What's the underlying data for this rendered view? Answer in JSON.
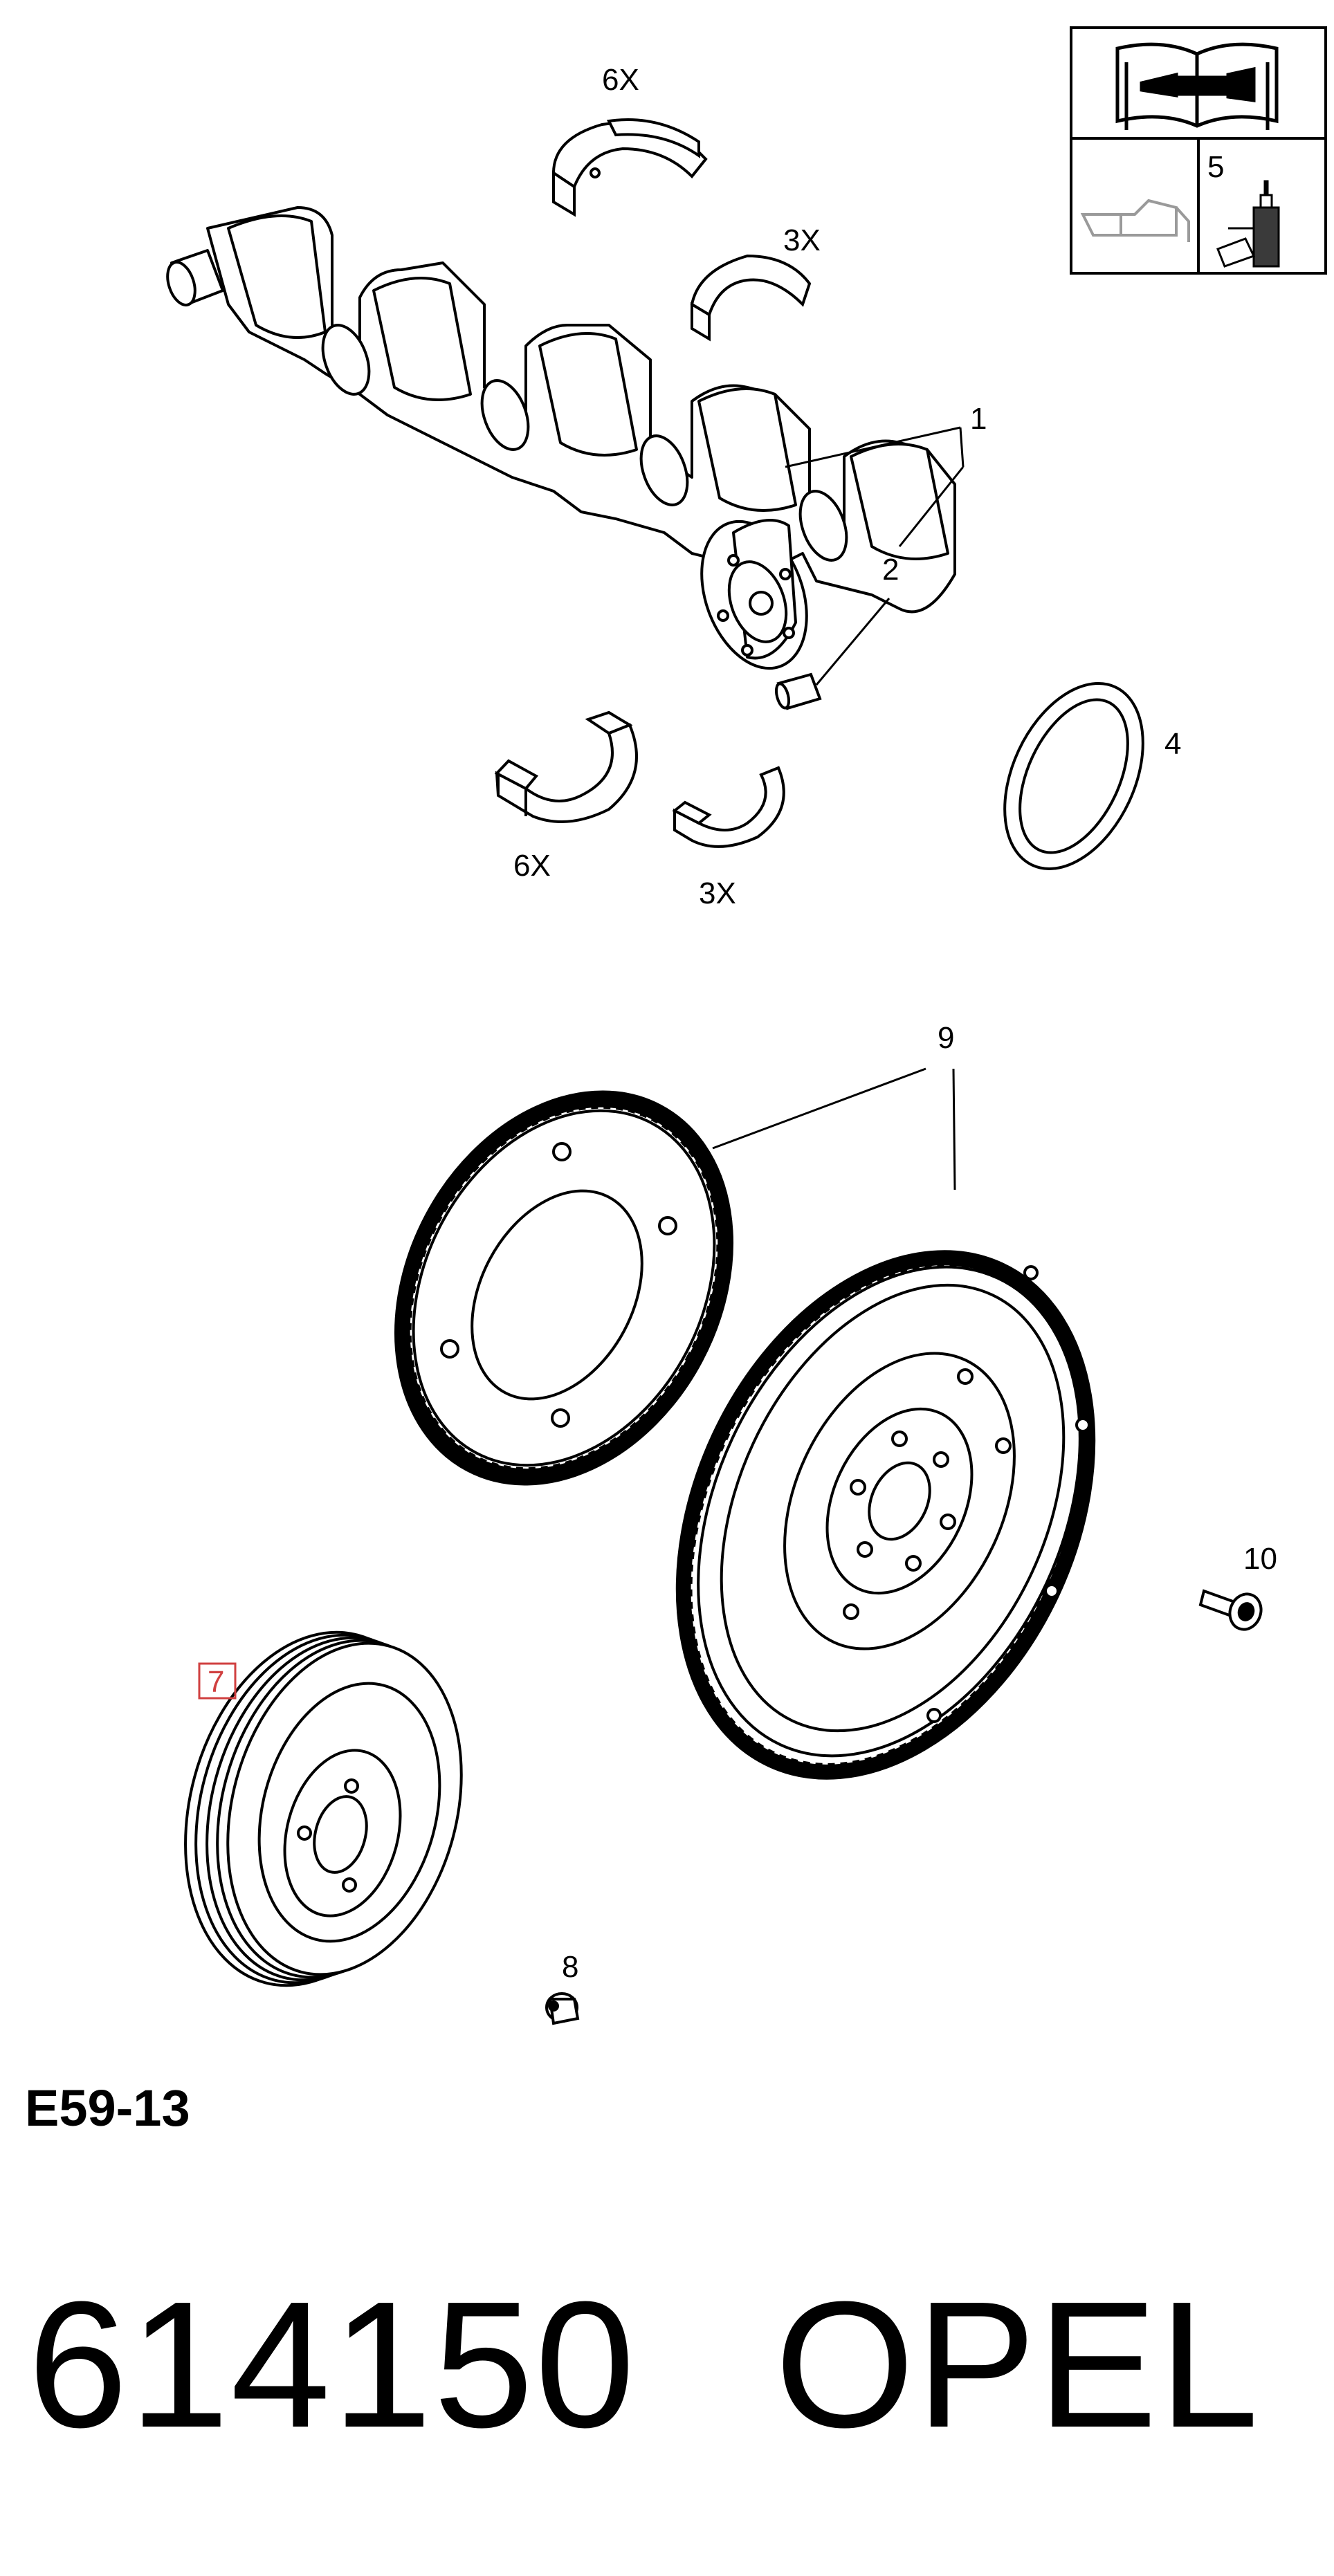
{
  "callouts": {
    "c1": "1",
    "c2": "2",
    "c4": "4",
    "c5": "5",
    "c7": "7",
    "c8": "8",
    "c9": "9",
    "c10": "10"
  },
  "quantities": {
    "upper_main_bearings": "6X",
    "upper_thrust_bearings": "3X",
    "lower_main_bearings": "6X",
    "lower_thrust_bearings": "3X"
  },
  "legend_icons": {
    "top": "repair-manual-wrench-icon",
    "left": "oil-can-icon",
    "right": "sealant-bottle-icon"
  },
  "colors": {
    "line": "#000000",
    "highlight_box": "#d04040",
    "icon_muted": "#9a9a9a"
  },
  "diagram_code": "E59-13",
  "part_number": "614150",
  "brand": "OPEL"
}
